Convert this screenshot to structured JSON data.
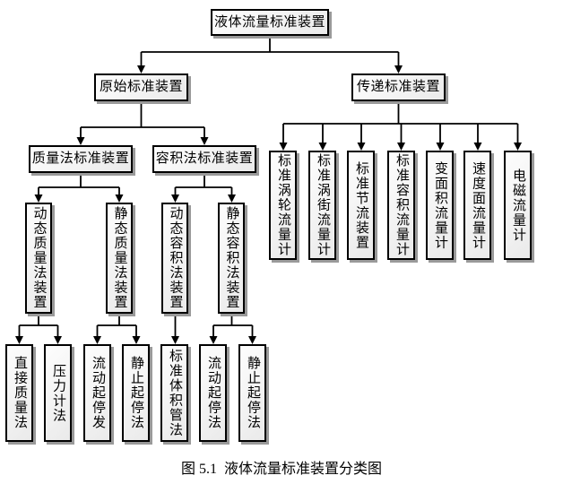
{
  "diagram": {
    "title": "液体流量标准装置分类",
    "root": {
      "label": "液体流量标准装置"
    },
    "level2": {
      "primary": {
        "label": "原始标准装置"
      },
      "transfer": {
        "label": "传递标准装置"
      }
    },
    "primary_children": [
      {
        "label": "质量法标准装置"
      },
      {
        "label": "容积法标准装置"
      }
    ],
    "mass_children": [
      {
        "label": "动态质量法装置"
      },
      {
        "label": "静态质量法装置"
      }
    ],
    "volume_children": [
      {
        "label": "动态容积法装置"
      },
      {
        "label": "静态容积法装置"
      }
    ],
    "dynamic_mass_children": [
      {
        "label": "直接质量法"
      },
      {
        "label": "压力计法"
      }
    ],
    "static_mass_children": [
      {
        "label": "流动起停发"
      },
      {
        "label": "静止起停法"
      }
    ],
    "dynamic_volume_children": [
      {
        "label": "标准体积管法"
      }
    ],
    "static_volume_children": [
      {
        "label": "流动起停法"
      },
      {
        "label": "静止起停法"
      }
    ],
    "transfer_children": [
      {
        "label": "标准涡轮流量计"
      },
      {
        "label": "标准涡街流量计"
      },
      {
        "label": "标准节流装置"
      },
      {
        "label": "标准容积流量计"
      },
      {
        "label": "变面积流量计"
      },
      {
        "label": "速度面流量计"
      },
      {
        "label": "电磁流量计"
      }
    ]
  },
  "caption": "图 5.1  液体流量标准装置分类图",
  "colors": {
    "background": "#ffffff",
    "box_fill": "#f3f3f3",
    "box_border": "#000000",
    "box_shadow": "#9a9a9a",
    "line": "#000000",
    "text": "#000000"
  }
}
